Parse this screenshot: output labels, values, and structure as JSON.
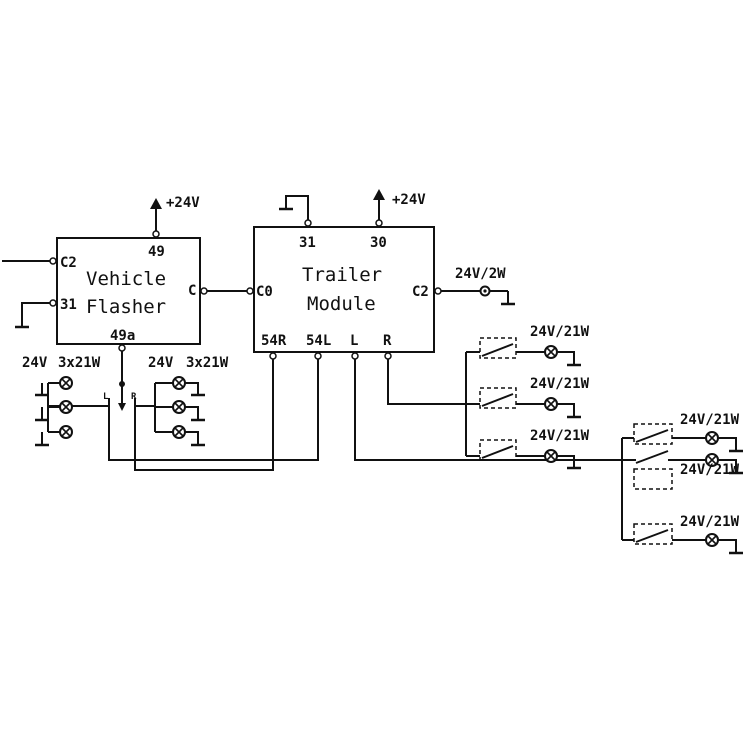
{
  "vehicle_flasher": {
    "title_line1": "Vehicle",
    "title_line2": "Flasher",
    "pin_c2": "C2",
    "pin_31": "31",
    "pin_49": "49",
    "pin_49a": "49a",
    "pin_c": "C",
    "supply": "+24V"
  },
  "trailer_module": {
    "title_line1": "Trailer",
    "title_line2": "Module",
    "pin_31": "31",
    "pin_30": "30",
    "pin_c0": "C0",
    "pin_c2": "C2",
    "pin_54r": "54R",
    "pin_54l": "54L",
    "pin_l": "L",
    "pin_r": "R",
    "supply": "+24V"
  },
  "indicator_lamp": {
    "label": "24V/2W"
  },
  "vehicle_lamps": {
    "left_voltage": "24V",
    "left_rating": "3x21W",
    "right_voltage": "24V",
    "right_rating": "3x21W",
    "switch_left": "L",
    "switch_right": "R"
  },
  "trailer_right_lamps": [
    "24V/21W",
    "24V/21W",
    "24V/21W"
  ],
  "trailer_left_lamps": [
    "24V/21W",
    "24V/21W",
    "24V/21W"
  ]
}
